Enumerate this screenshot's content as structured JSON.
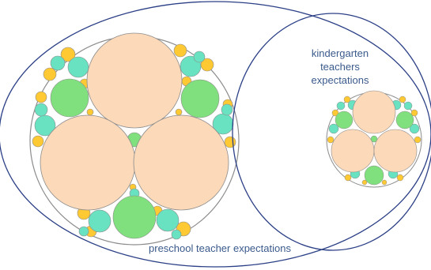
{
  "labels": {
    "small_group_line1": "kindergarten",
    "small_group_line2": "teachers",
    "small_group_line3": "expectations",
    "large_group": "preschool teacher expectations"
  },
  "colors": {
    "outline": "#2b3f86",
    "circle_stroke": "#8c8c8c",
    "peach": "#fbd9b9",
    "green": "#7fe07d",
    "teal": "#68e2c0",
    "gold": "#ffc933",
    "text": "#3a5a8c"
  }
}
